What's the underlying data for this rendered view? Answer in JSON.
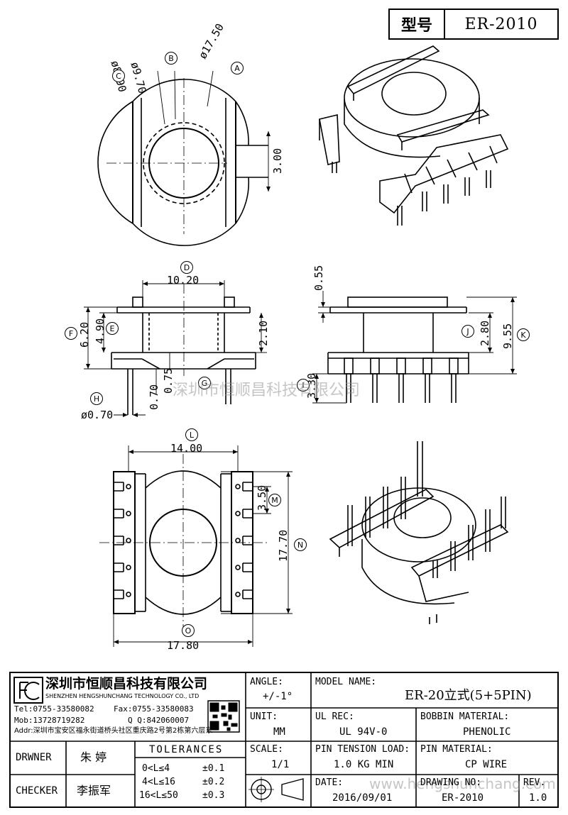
{
  "header": {
    "model_label": "型号",
    "model_value": "ER-2010"
  },
  "dims": {
    "dia_a": "ø17.50",
    "dia_b": "ø9.70",
    "dia_c": "ø8.90",
    "d_300": "3.00",
    "d_1020": "10.20",
    "d_620": "6.20",
    "d_490": "4.90",
    "d_210": "2.10",
    "d_075": "0.75",
    "d_070": "0.70",
    "pin_dia": "ø0.70",
    "d_055": "0.55",
    "d_280": "2.80",
    "d_955": "9.55",
    "d_330": "3.30",
    "d_1400": "14.00",
    "d_350": "3.50",
    "d_1770": "17.70",
    "d_1780": "17.80"
  },
  "markers": [
    "A",
    "B",
    "C",
    "D",
    "E",
    "F",
    "G",
    "H",
    "I",
    "J",
    "K",
    "L",
    "M",
    "N",
    "O"
  ],
  "watermark": "深圳市恒顺昌科技有限公司",
  "watermark_url": "www.hengshunchang.com",
  "company": {
    "name_cn": "深圳市恒顺昌科技有限公司",
    "name_en": "SHENZHEN HENGSHUNCHANG TECHNOLOGY CO., LTD",
    "tel": "Tel:0755-33580082",
    "fax": "Fax:0755-33580083",
    "mob": "Mob:13728719282",
    "qq": "Q Q:842060007",
    "addr": "Addr:深圳市宝安区福永街道桥头社区重庆路2号第2栋第六层东"
  },
  "title_block": {
    "angle_label": "ANGLE:",
    "angle_value": "+/-1°",
    "model_name_label": "MODEL NAME:",
    "model_name_value": "ER-20立式(5+5PIN)",
    "unit_label": "UNIT:",
    "unit_value": "MM",
    "ul_label": "UL REC:",
    "ul_value": "UL 94V-0",
    "bobbin_label": "BOBBIN MATERIAL:",
    "bobbin_value": "PHENOLIC",
    "drawer_label": "DRWNER",
    "drawer_value": "朱 婷",
    "tolerances_title": "TOLERANCES",
    "tol_rows": [
      {
        "range": "0<L≤4",
        "tol": "±0.1"
      },
      {
        "range": "4<L≤16",
        "tol": "±0.2"
      },
      {
        "range": "16<L≤50",
        "tol": "±0.3"
      }
    ],
    "scale_label": "SCALE:",
    "scale_value": "1/1",
    "tension_label": "PIN TENSION LOAD:",
    "tension_value": "1.0 KG MIN",
    "pin_mat_label": "PIN MATERIAL:",
    "pin_mat_value": "CP WIRE",
    "checker_label": "CHECKER",
    "checker_value": "李振军",
    "date_label": "DATE:",
    "date_value": "2016/09/01",
    "drawing_label": "DRAWING NO:",
    "drawing_value": "ER-2010",
    "rev_label": "REV.",
    "rev_value": "1.0"
  }
}
